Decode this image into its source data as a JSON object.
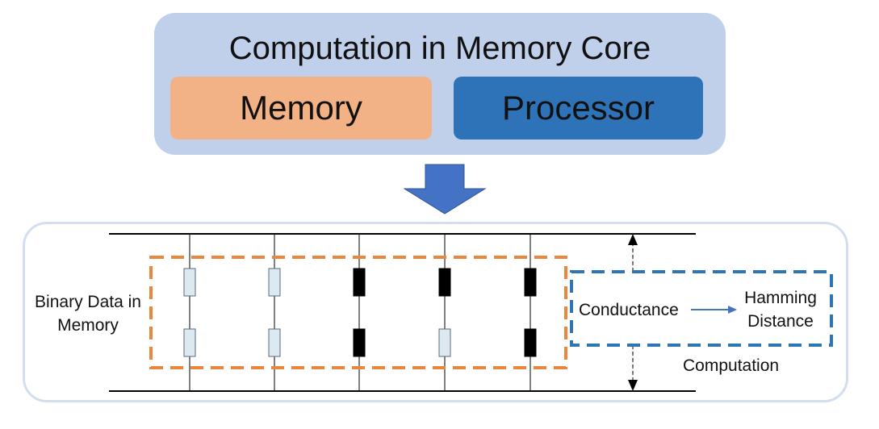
{
  "core": {
    "title": "Computation in Memory Core",
    "memory_label": "Memory",
    "processor_label": "Processor"
  },
  "crossbar": {
    "binary_label_line1": "Binary Data in",
    "binary_label_line2": "Memory",
    "conductance_label": "Conductance",
    "hamming_line1": "Hamming",
    "hamming_line2": "Distance",
    "computation_label": "Computation",
    "cells_top": [
      "light",
      "light",
      "dark",
      "dark",
      "dark"
    ],
    "cells_bottom": [
      "light",
      "light",
      "dark",
      "light",
      "dark"
    ]
  },
  "colors": {
    "core_bg": "#c0cfea",
    "memory": "#f3b186",
    "processor": "#2e73b7",
    "arrow": "#4472c4",
    "memory_dash": "#e8873d",
    "computation_dash": "#2e75b6",
    "light_cell": "#dce9f0",
    "dark_cell": "#000000"
  }
}
